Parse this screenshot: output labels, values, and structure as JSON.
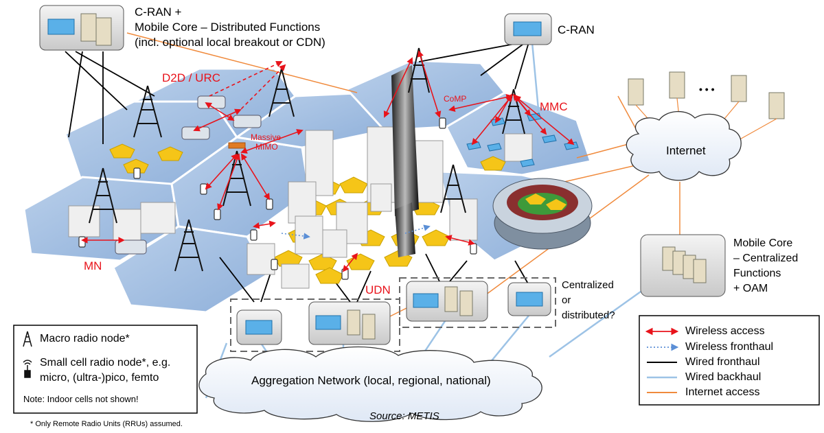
{
  "top_left_box": {
    "title_line1": "C-RAN +",
    "title_line2": "Mobile Core – Distributed Functions",
    "title_line3": "(incl. optional local breakout or CDN)"
  },
  "top_right_box": {
    "title": "C-RAN"
  },
  "labels": {
    "d2d": "D2D / URC",
    "massive_mimo_1": "Massive",
    "massive_mimo_2": "MIMO",
    "comp": "CoMP",
    "mmc": "MMC",
    "mn": "MN",
    "udn": "UDN",
    "internet": "Internet",
    "ellipsis": "• • •",
    "centralized_1": "Centralized",
    "centralized_2": "or",
    "centralized_3": "distributed?",
    "aggregation": "Aggregation Network (local, regional, national)",
    "source": "Source: METIS",
    "footnote": "* Only Remote Radio Units (RRUs) assumed."
  },
  "mobile_core": {
    "line1": "Mobile Core",
    "line2": "– Centralized",
    "line3": "Functions",
    "line4": "+ OAM"
  },
  "left_legend": {
    "macro": "Macro radio node*",
    "small_1": "Small cell radio node*, e.g.",
    "small_2": "micro, (ultra-)pico, femto",
    "note": "Note:  Indoor cells not shown!"
  },
  "right_legend": {
    "items": [
      {
        "label": "Wireless access",
        "color": "#e8131b",
        "style": "double-arrow"
      },
      {
        "label": "Wireless fronthaul",
        "color": "#5b8fd6",
        "style": "dotted-arrow"
      },
      {
        "label": "Wired fronthaul",
        "color": "#000000",
        "style": "solid"
      },
      {
        "label": "Wired backhaul",
        "color": "#9dc3e6",
        "style": "solid"
      },
      {
        "label": "Internet access",
        "color": "#f08a3c",
        "style": "solid"
      }
    ]
  },
  "colors": {
    "hex_cell": "#a9c3e4",
    "hex_stroke": "#ffffff",
    "small_cell": "#f5c518",
    "accent_red": "#e8131b",
    "backhaul": "#9dc3e6",
    "internet_line": "#f08a3c"
  }
}
